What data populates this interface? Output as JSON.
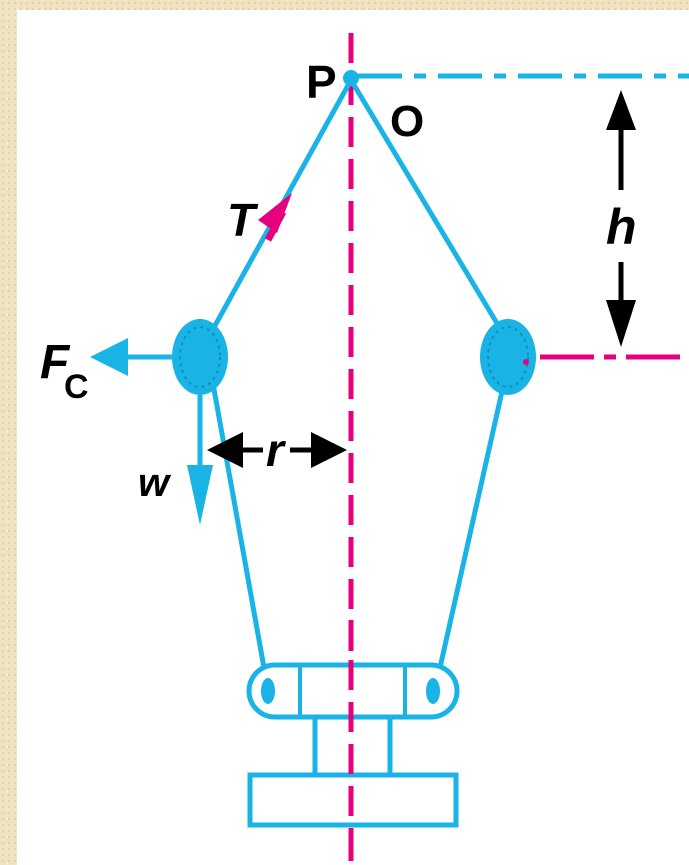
{
  "labels": {
    "pivot": "P",
    "origin": "O",
    "tension": "T",
    "height": "h",
    "centrifugal_force": "F",
    "centrifugal_force_sub": "C",
    "radius": "r",
    "weight": "w"
  },
  "colors": {
    "structure": "#1ab3e6",
    "axis": "#e6007e",
    "arrows": "#000000",
    "tension_arrow": "#e6007e",
    "frame_background": "#efe4bf",
    "canvas_background": "#ffffff"
  }
}
